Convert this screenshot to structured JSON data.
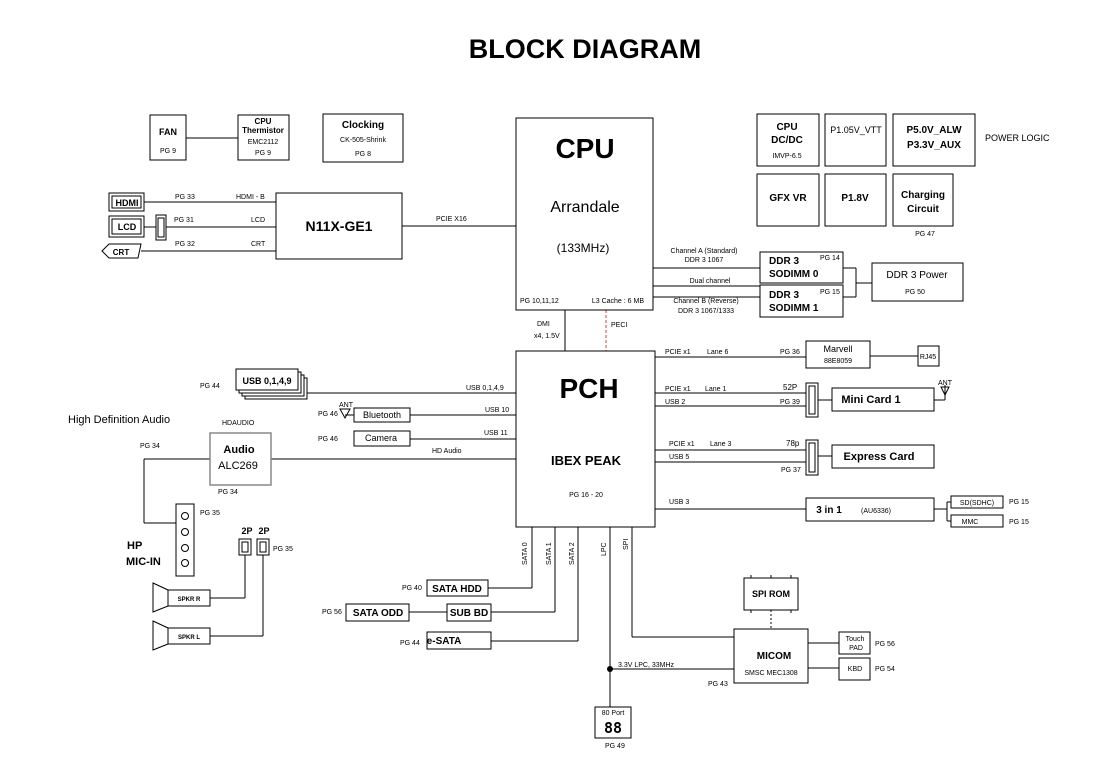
{
  "title": "BLOCK DIAGRAM",
  "power_logic": "POWER LOGIC",
  "hda_section": "High Definition Audio",
  "fan": {
    "name": "FAN",
    "pg": "PG 9"
  },
  "thermistor": {
    "l1": "CPU",
    "l2": "Thermistor",
    "part": "EMC2112",
    "pg": "PG 9"
  },
  "clocking": {
    "name": "Clocking",
    "part": "CK-505-Shrink",
    "pg": "PG 8"
  },
  "cpu": {
    "name": "CPU",
    "model": "Arrandale",
    "freq": "(133MHz)",
    "pg": "PG 10,11,12",
    "cache": "L3 Cache : 6 MB"
  },
  "power_blocks": {
    "cpu_dcdc": {
      "l1": "CPU",
      "l2": "DC/DC",
      "part": "IMVP-6.5"
    },
    "p105": "P1.05V_VTT",
    "p5": {
      "l1": "P5.0V_ALW",
      "l2": "P3.3V_AUX"
    },
    "gfxvr": "GFX VR",
    "p18": "P1.8V",
    "charging": {
      "l1": "Charging",
      "l2": "Circuit",
      "pg": "PG 47"
    }
  },
  "gpu": {
    "name": "N11X-GE1",
    "link": "PCIE X16"
  },
  "video": {
    "hdmi": {
      "name": "HDMI",
      "pg": "PG 33",
      "sig": "HDMI - B"
    },
    "lcd": {
      "name": "LCD",
      "pg": "PG 31",
      "sig": "LCD"
    },
    "crt": {
      "name": "CRT",
      "pg": "PG 32",
      "sig": "CRT"
    }
  },
  "memory": {
    "chA_l1": "Channel A (Standard)",
    "chA_l2": "DDR 3 1067",
    "dual": "Dual channel",
    "chB_l1": "Channel B (Reverse)",
    "chB_l2": "DDR 3 1067/1333",
    "dimm0": {
      "l1": "DDR 3",
      "l2": "SODIMM 0",
      "pg": "PG 14"
    },
    "dimm1": {
      "l1": "DDR 3",
      "l2": "SODIMM 1",
      "pg": "PG 15"
    },
    "power": {
      "name": "DDR 3 Power",
      "pg": "PG 50"
    }
  },
  "dmi": {
    "l1": "DMI",
    "l2": "x4, 1.5V",
    "peci": "PECI"
  },
  "pch": {
    "name": "PCH",
    "model": "IBEX PEAK",
    "pg": "PG 16 - 20"
  },
  "lan": {
    "pcie": "PCIE x1",
    "lane": "Lane 6",
    "pg": "PG 36",
    "name": "Marvell",
    "part": "88E8059",
    "jack": "RJ45"
  },
  "minicard": {
    "pcie": "PCIE x1",
    "lane": "Lane 1",
    "usb": "USB 2",
    "pins": "52P",
    "pg": "PG 39",
    "name": "Mini Card 1",
    "ant": "ANT"
  },
  "express": {
    "pcie": "PCIE x1",
    "lane": "Lane 3",
    "usb": "USB 5",
    "pins": "78p",
    "pg": "PG 37",
    "name": "Express Card"
  },
  "cardreader": {
    "usb": "USB 3",
    "name": "3 in 1",
    "part": "(AU6336)",
    "sd": "SD(SDHC)",
    "mmc": "MMC",
    "pg1": "PG 15",
    "pg2": "PG 15"
  },
  "usb_ports": {
    "name": "USB 0,1,4,9",
    "pg": "PG 44",
    "sig": "USB 0,1,4,9"
  },
  "bluetooth": {
    "name": "Bluetooth",
    "pg": "PG 46",
    "ant": "ANT",
    "sig": "USB 10"
  },
  "camera": {
    "name": "Camera",
    "pg": "PG 46",
    "sig": "USB 11"
  },
  "audio": {
    "name": "Audio",
    "part": "ALC269",
    "hdaudio": "HDAUDIO",
    "pg_top": "PG 34",
    "pg_bot": "PG 34",
    "sig": "HD Audio"
  },
  "jacks": {
    "pg": "PG 35",
    "hp": "HP",
    "mic": "MIC-IN"
  },
  "speakers": {
    "c1": "2P",
    "c2": "2P",
    "pg": "PG 35",
    "r": "SPKR R",
    "l": "SPKR L"
  },
  "sata": {
    "s0": "SATA 0",
    "s1": "SATA 1",
    "s2": "SATA 2",
    "lpc": "LPC",
    "spi": "SPI",
    "hdd": {
      "name": "SATA HDD",
      "pg": "PG 40"
    },
    "odd": {
      "name": "SATA ODD",
      "pg": "PG 56"
    },
    "subbd": "SUB BD",
    "esata": {
      "name": "e-SATA",
      "pg": "PG 44"
    }
  },
  "ec": {
    "spirom": "SPI ROM",
    "name": "MICOM",
    "part": "SMSC MEC1308",
    "lpc": "3.3V LPC, 33MHz",
    "pg": "PG 43",
    "touch": {
      "l1": "Touch",
      "l2": "PAD",
      "pg": "PG 56"
    },
    "kbd": {
      "name": "KBD",
      "pg": "PG 54"
    },
    "port80": {
      "name": "80 Port",
      "digits": "88",
      "pg": "PG 49"
    }
  }
}
